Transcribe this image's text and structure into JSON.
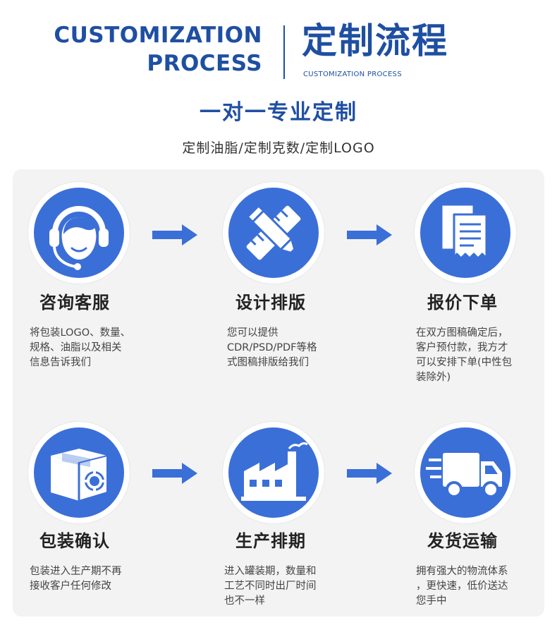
{
  "header": {
    "en_line1": "CUSTOMIZATION",
    "en_line2": "PROCESS",
    "cn_title": "定制流程",
    "cn_sub": "CUSTOMIZATION PROCESS"
  },
  "subtitle": "一对一专业定制",
  "tagline": "定制油脂/定制克数/定制LOGO",
  "colors": {
    "brand_blue": "#1f4fa2",
    "icon_blue": "#3b6fd8",
    "panel_bg": "#f3f3f3"
  },
  "steps": [
    {
      "icon": "headset-agent-icon",
      "title": "咨询客服",
      "desc": [
        "将包装LOGO、数量、",
        "规格、油脂以及相关",
        "信息告诉我们"
      ]
    },
    {
      "icon": "pencil-ruler-icon",
      "title": "设计排版",
      "desc": [
        "您可以提供",
        "CDR/PSD/PDF等格",
        "式图稿排版给我们"
      ]
    },
    {
      "icon": "receipt-documents-icon",
      "title": "报价下单",
      "desc": [
        "在双方图稿确定后，",
        "客户预付款，我方才",
        "可以安排下单(中性包",
        "装除外)"
      ]
    },
    {
      "icon": "package-gear-icon",
      "title": "包装确认",
      "desc": [
        "包装进入生产期不再",
        "接收客户任何修改"
      ]
    },
    {
      "icon": "factory-icon",
      "title": "生产排期",
      "desc": [
        "进入罐装期，数量和",
        "工艺不同时出厂时间",
        "也不一样"
      ]
    },
    {
      "icon": "delivery-truck-icon",
      "title": "发货运输",
      "desc": [
        "拥有强大的物流体系",
        "，更快速，低价送达",
        "您手中"
      ]
    }
  ]
}
